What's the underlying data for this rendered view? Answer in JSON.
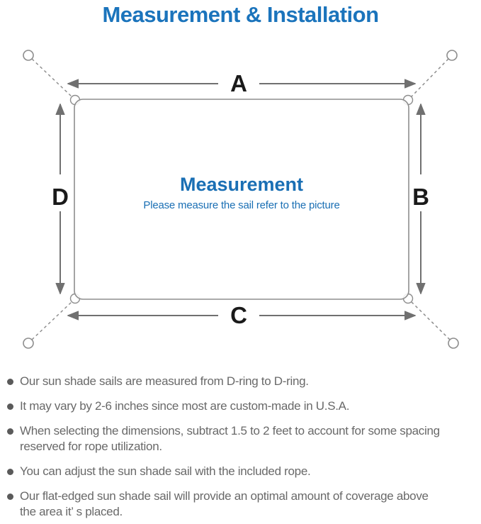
{
  "title": "Measurement & Installation",
  "diagram": {
    "label_a": "A",
    "label_b": "B",
    "label_c": "C",
    "label_d": "D",
    "center_heading": "Measurement",
    "center_subheading": "Please measure the sail refer to the picture"
  },
  "colors": {
    "title_blue": "#1b74bc",
    "center_text_blue": "#1a6fb4",
    "outline_gray": "#8d8d8d",
    "arrow_gray": "#707070",
    "dimension_label_black": "#1a1a1a",
    "bullet_text_gray": "#696969"
  },
  "bullets": [
    "Our sun shade sails are measured from D-ring to D-ring.",
    "It may vary by 2-6 inches since most are custom-made in U.S.A.",
    "When selecting the dimensions, subtract 1.5 to 2 feet to account for some spacing\nreserved for rope utilization.",
    "You can adjust the sun shade sail with the included rope.",
    "Our flat-edged sun shade sail will provide an optimal amount of coverage above\nthe area it’ s placed."
  ]
}
